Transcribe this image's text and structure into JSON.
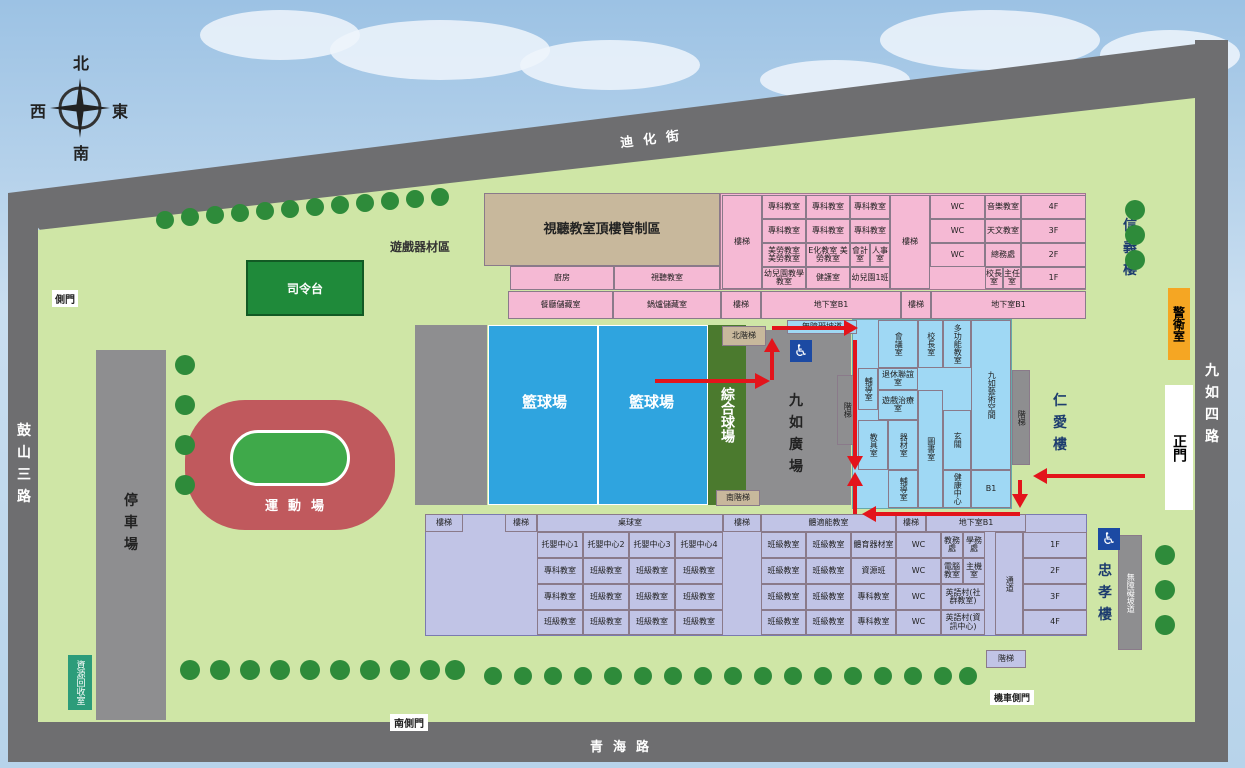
{
  "compass": {
    "n": "北",
    "s": "南",
    "e": "東",
    "w": "西"
  },
  "roads": {
    "north": "迪化街",
    "south": "青海路",
    "west": "鼓山三路",
    "east": "九如四路"
  },
  "gates": {
    "west_gate": "側門",
    "main_gate": "正門",
    "south_side_gate": "南側門",
    "east_side_gate": "機車側門",
    "guard_room": "警衛室"
  },
  "outdoor": {
    "playground": "遊戲器材區",
    "stage": "司令台",
    "track": "運動場",
    "parking": "停車場",
    "recycle": "資源回收室",
    "court1": "籃球場",
    "court2": "籃球場",
    "multi_court": "綜合球場",
    "plaza": "九如廣場",
    "north_stairs": "北階梯",
    "south_stairs": "南階梯"
  },
  "buildings": {
    "xin": "信義樓",
    "ren": "仁愛樓",
    "zhong": "忠孝樓",
    "ramp": "無障礙坡道"
  },
  "north_block": {
    "rooftop": "視聽教室頂樓管制區",
    "stairs": "樓梯",
    "kitchen": "廚房",
    "av_room": "視聽教室",
    "storage1": "餐廳儲藏室",
    "storage2": "鍋爐儲藏室",
    "basement1": "地下室B1",
    "basement2": "地下室B1",
    "rows": [
      [
        "專科教室",
        "專科教室",
        "專科教室"
      ],
      [
        "專科教室",
        "專科教室",
        "專科教室"
      ],
      [
        "美勞教室 美勞教室",
        "E化教室 美勞教室",
        "會計室",
        "人事室"
      ],
      [
        "幼兒園教學教室",
        "健護室",
        "幼兒園1班"
      ]
    ],
    "wc": [
      "WC",
      "WC",
      "WC"
    ],
    "right": [
      "音樂教室",
      "天文教室",
      "總務處",
      "校長室",
      "主任室"
    ],
    "floors": [
      "4F",
      "3F",
      "2F",
      "1F"
    ]
  },
  "center_block": {
    "a": "無障礙坡道",
    "b": "會議室",
    "c": "校長室",
    "d": "多功能教室",
    "e": "輔導室",
    "f": "退休聯誼室",
    "g": "遊戲治療室",
    "h": "教具室",
    "i": "器材室",
    "j": "玄關",
    "k": "健康中心",
    "l": "九如藝術空間",
    "m": "B1",
    "n": "階梯",
    "o": "階梯",
    "p": "圖書室",
    "q": "輔導室"
  },
  "south_block": {
    "table_tennis": "桌球室",
    "activity": "體適能教室",
    "stairs": "樓梯",
    "basement": "地下室B1",
    "care": [
      "托嬰中心1",
      "托嬰中心2",
      "托嬰中心3",
      "托嬰中心4"
    ],
    "classroom": "班級教室",
    "special": "專科教室",
    "resource": "資源班",
    "sports_equip": "體育器材室",
    "admin": [
      "教務處",
      "學務處",
      "電腦教室",
      "主機室"
    ],
    "community": "英語村(社群教室)",
    "community2": "英語村(資訊中心)",
    "corridor": "通道",
    "floors": [
      "1F",
      "2F",
      "3F",
      "4F"
    ],
    "wc": "WC",
    "stair": "階梯"
  }
}
